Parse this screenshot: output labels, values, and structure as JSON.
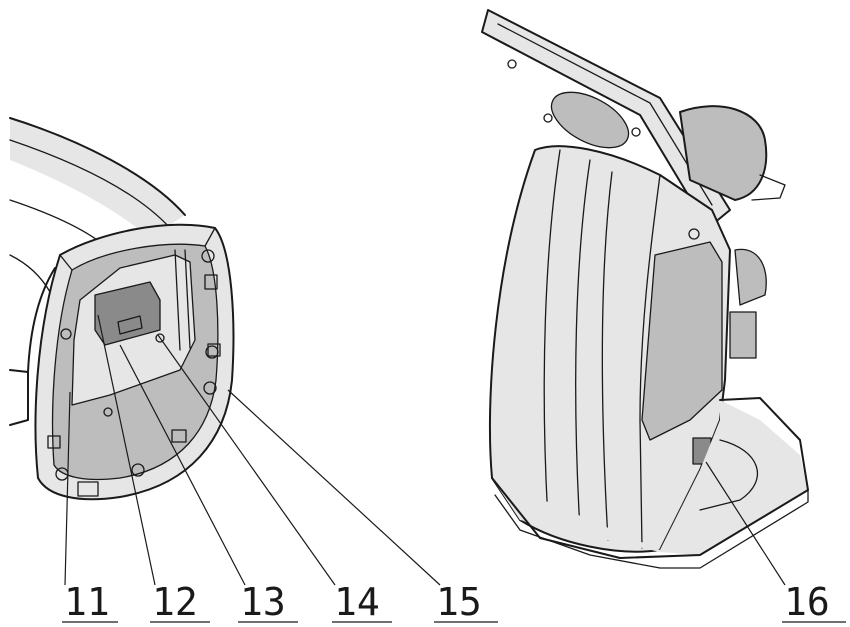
{
  "callouts": [
    {
      "id": "c11",
      "label": "11"
    },
    {
      "id": "c12",
      "label": "12"
    },
    {
      "id": "c13",
      "label": "13"
    },
    {
      "id": "c14",
      "label": "14"
    },
    {
      "id": "c15",
      "label": "15"
    },
    {
      "id": "c16",
      "label": "16"
    }
  ],
  "ink_color": "#1a1a1a"
}
